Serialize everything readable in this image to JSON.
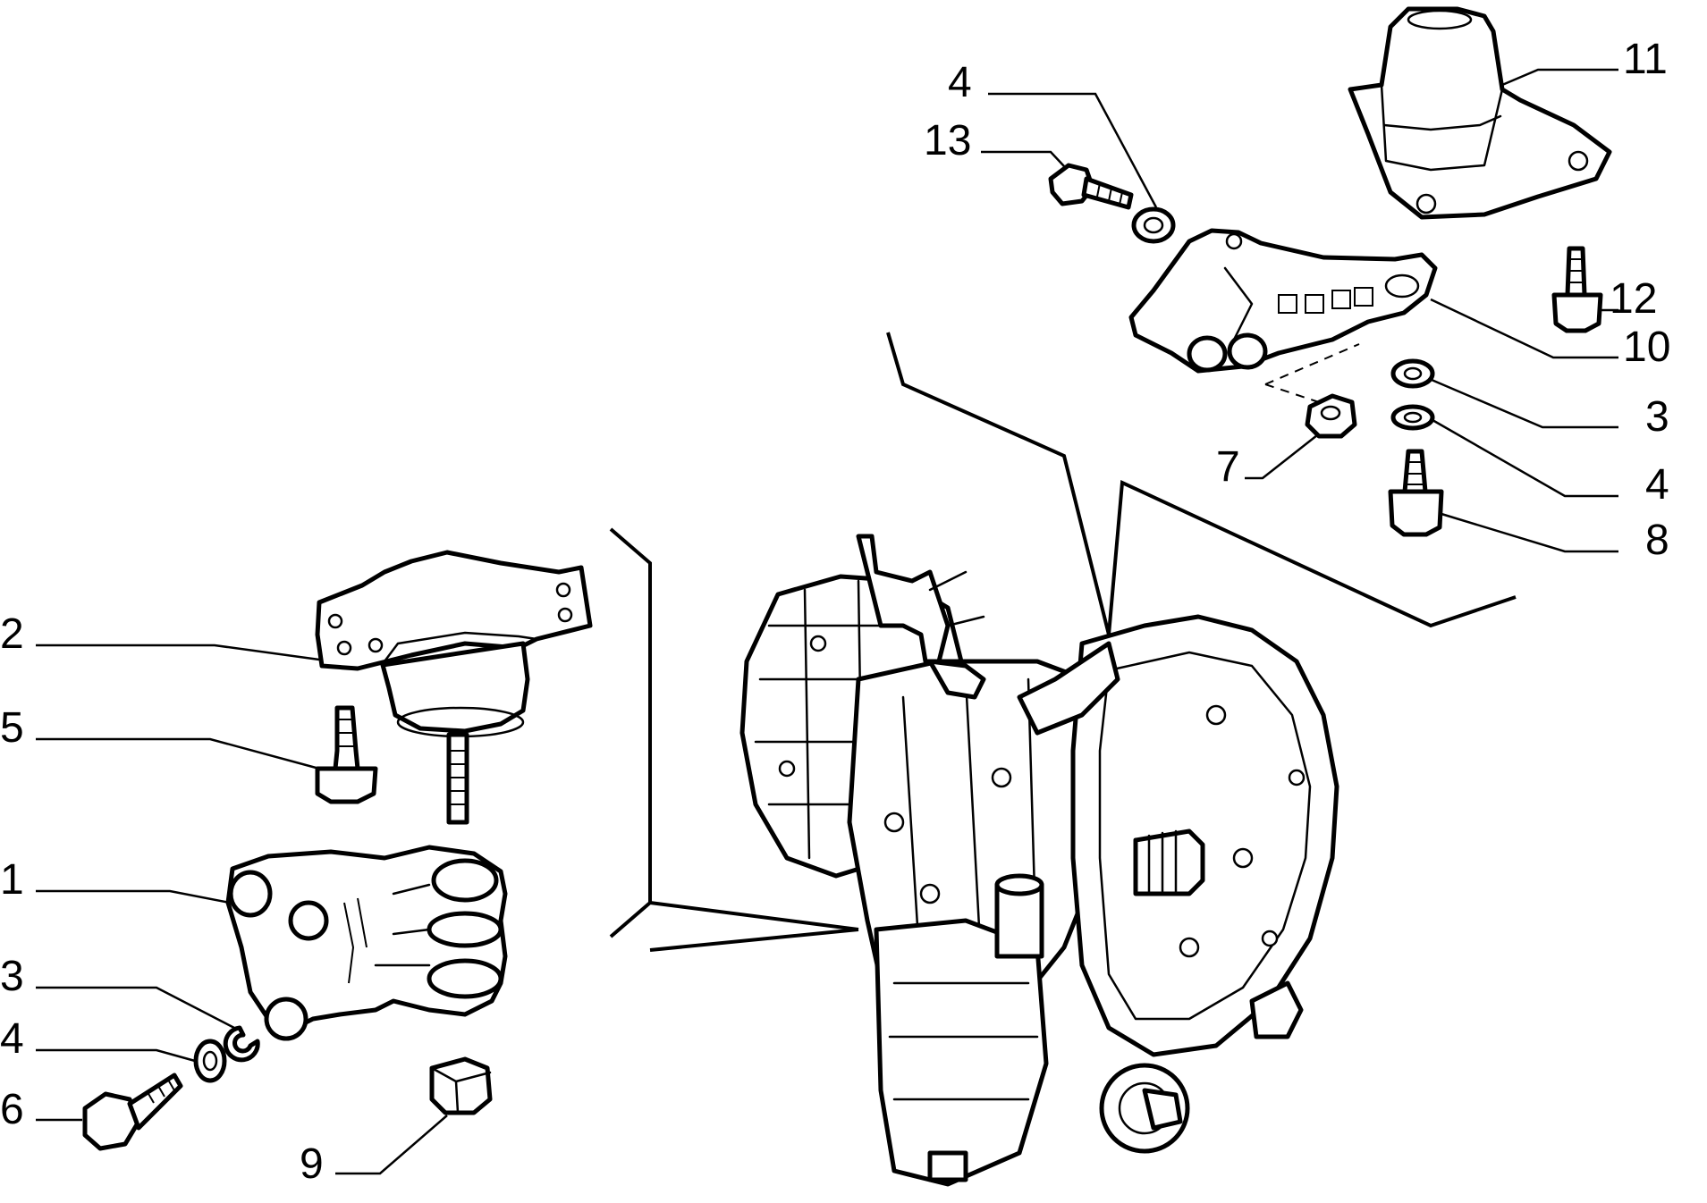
{
  "callouts": {
    "left_mount": {
      "c2": "2",
      "c5": "5",
      "c1": "1",
      "c3": "3",
      "c4": "4",
      "c6": "6",
      "c9": "9"
    },
    "right_mount": {
      "c4": "4",
      "c13": "13",
      "c11": "11",
      "c12": "12",
      "c10": "10",
      "c3": "3",
      "c7": "7",
      "c4b": "4",
      "c8": "8"
    }
  }
}
